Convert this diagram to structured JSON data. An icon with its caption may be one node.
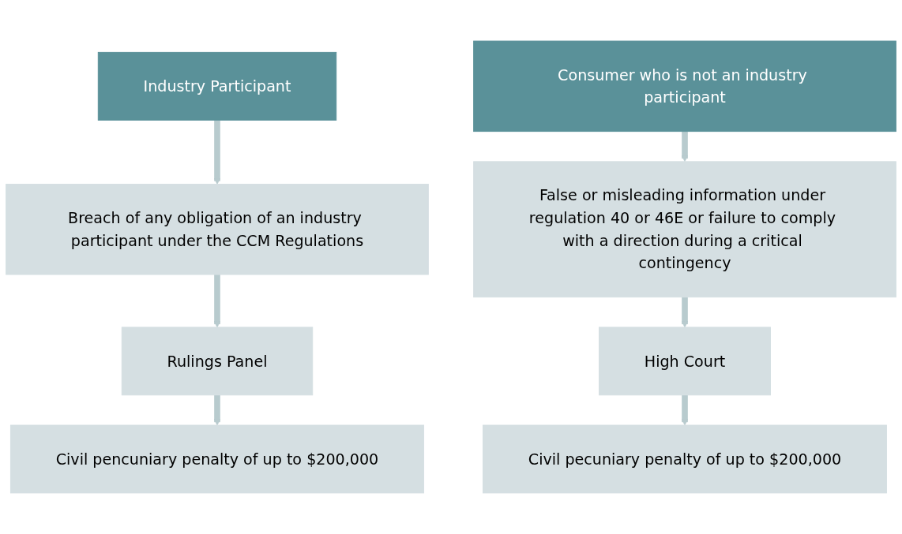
{
  "diagram": {
    "nodes": [
      {
        "text": [
          "Industry Participant"
        ]
      },
      {
        "text": [
          "Consumer who is not an industry participant"
        ]
      },
      {
        "text": [
          "Breach of any obligation of an industry participant under the CCM Regulations"
        ]
      },
      {
        "text": [
          "False or misleading information under regulation 40 or 46E or failure to comply with a direction during a critical contingency"
        ]
      },
      {
        "text": [
          "Rulings Panel"
        ]
      },
      {
        "text": [
          "High Court"
        ]
      },
      {
        "text": [
          "Civil pencuniary penalty of up to $200,000"
        ]
      },
      {
        "text": [
          "Civil pecuniary penalty of up to $200,000"
        ]
      }
    ],
    "edges": [
      {
        "from": 0,
        "to": 2,
        "arrow": "to"
      },
      {
        "from": 2,
        "to": 4,
        "arrow": "to"
      },
      {
        "from": 4,
        "to": 6,
        "arrow": "to"
      },
      {
        "from": 1,
        "to": 3,
        "arrow": "to"
      },
      {
        "from": 3,
        "to": 5,
        "arrow": "to"
      },
      {
        "from": 5,
        "to": 7,
        "arrow": "to"
      }
    ]
  }
}
